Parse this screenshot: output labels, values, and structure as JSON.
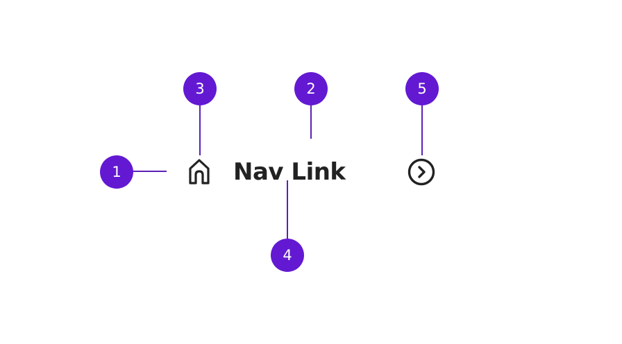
{
  "accent_color": "#6319d2",
  "nav_link": {
    "label": "Nav Link",
    "leading_icon": "home-icon",
    "trailing_icon": "chevron-right-circle-icon"
  },
  "markers": [
    {
      "number": "1"
    },
    {
      "number": "2"
    },
    {
      "number": "3"
    },
    {
      "number": "4"
    },
    {
      "number": "5"
    }
  ]
}
